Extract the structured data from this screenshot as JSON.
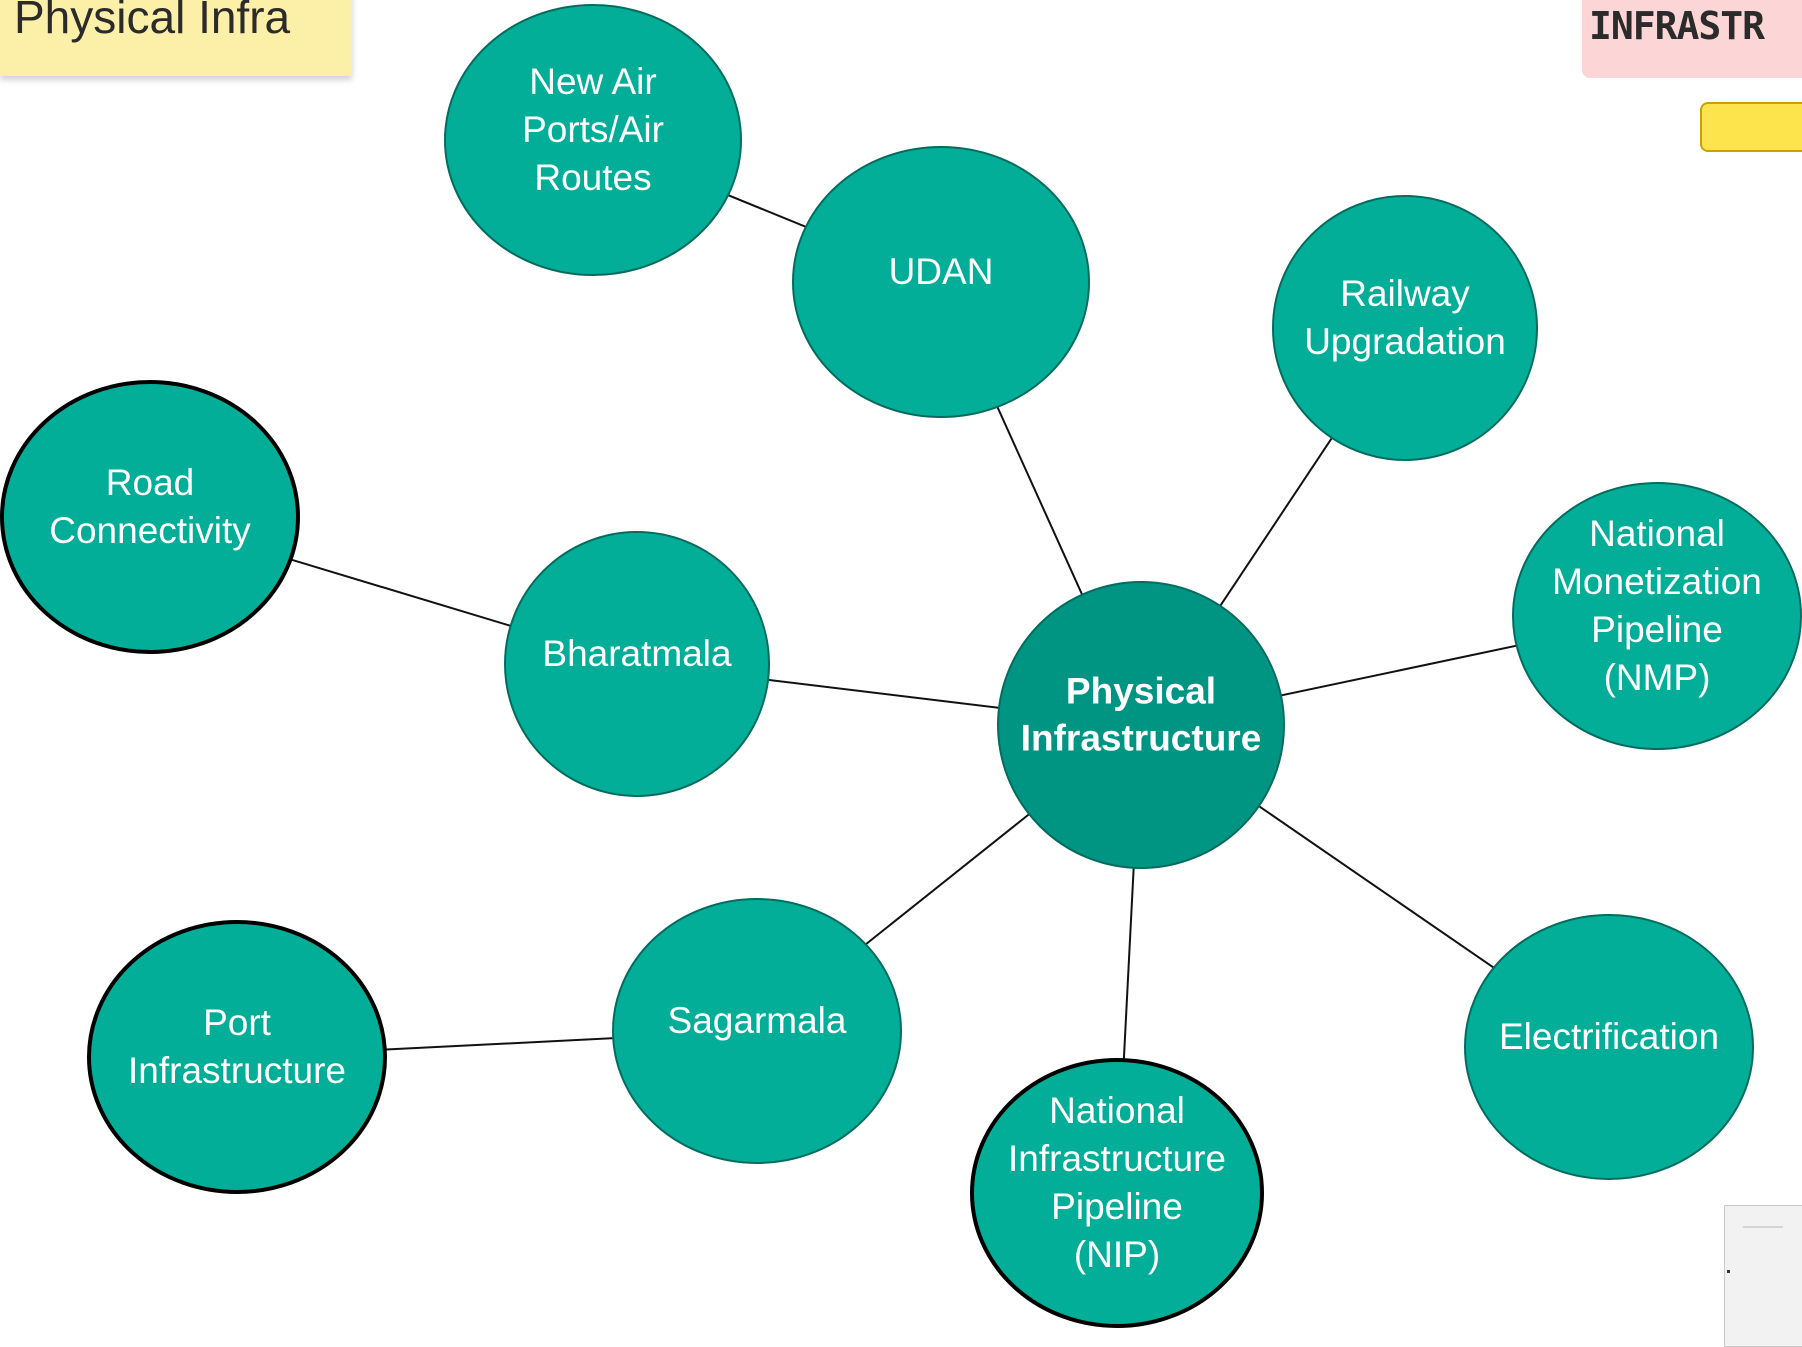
{
  "stickies": {
    "topic_note": "Physical Infra",
    "header_note": "INFRASTR"
  },
  "diagram": {
    "colors": {
      "node_fill": "#03ae98",
      "center_fill": "#009583",
      "node_stroke": "#046c5f",
      "text": "#ffffff",
      "edge": "#111111"
    },
    "center": {
      "id": "physical-infrastructure",
      "lines": [
        "Physical",
        "Infrastructure"
      ]
    },
    "nodes": [
      {
        "id": "udan",
        "lines": [
          "UDAN"
        ]
      },
      {
        "id": "new-air-ports",
        "lines": [
          "New Air",
          "Ports/Air",
          "Routes"
        ]
      },
      {
        "id": "railway-upgradation",
        "lines": [
          "Railway",
          "Upgradation"
        ]
      },
      {
        "id": "nmp",
        "lines": [
          "National",
          "Monetization",
          "Pipeline",
          "(NMP)"
        ]
      },
      {
        "id": "electrification",
        "lines": [
          "Electrification"
        ]
      },
      {
        "id": "nip",
        "lines": [
          "National",
          "Infrastructure",
          "Pipeline",
          "(NIP)"
        ]
      },
      {
        "id": "sagarmala",
        "lines": [
          "Sagarmala"
        ]
      },
      {
        "id": "port-infrastructure",
        "lines": [
          "Port",
          "Infrastructure"
        ]
      },
      {
        "id": "bharatmala",
        "lines": [
          "Bharatmala"
        ]
      },
      {
        "id": "road-connectivity",
        "lines": [
          "Road",
          "Connectivity"
        ]
      }
    ],
    "edges": [
      [
        "physical-infrastructure",
        "udan"
      ],
      [
        "udan",
        "new-air-ports"
      ],
      [
        "physical-infrastructure",
        "railway-upgradation"
      ],
      [
        "physical-infrastructure",
        "nmp"
      ],
      [
        "physical-infrastructure",
        "electrification"
      ],
      [
        "physical-infrastructure",
        "nip"
      ],
      [
        "physical-infrastructure",
        "sagarmala"
      ],
      [
        "sagarmala",
        "port-infrastructure"
      ],
      [
        "physical-infrastructure",
        "bharatmala"
      ],
      [
        "bharatmala",
        "road-connectivity"
      ]
    ]
  }
}
